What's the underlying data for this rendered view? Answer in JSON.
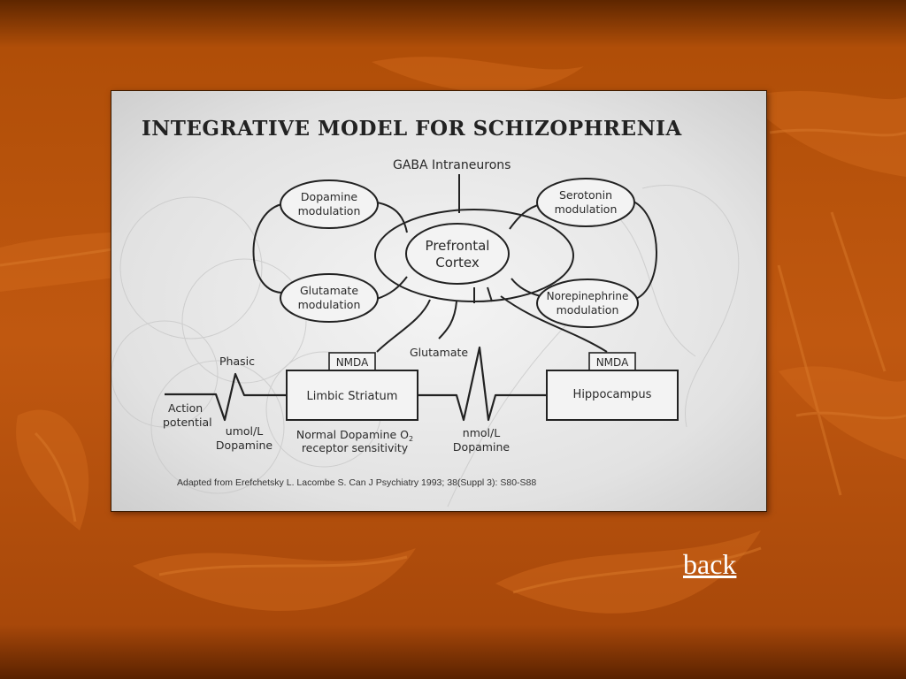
{
  "diagram": {
    "title": "INTEGRATIVE MODEL FOR SCHIZOPHRENIA",
    "top_label": "GABA Intraneurons",
    "center": [
      "Prefrontal",
      "Cortex"
    ],
    "dopamine": [
      "Dopamine",
      "modulation"
    ],
    "serotonin": [
      "Serotonin",
      "modulation"
    ],
    "glutamate_mod": [
      "Glutamate",
      "modulation"
    ],
    "norepinephrine": [
      "Norepinephrine",
      "modulation"
    ],
    "nmda_left": "NMDA",
    "nmda_right": "NMDA",
    "glutamate": "Glutamate",
    "phasic": "Phasic",
    "limbic": "Limbic Striatum",
    "hippocampus": "Hippocampus",
    "action": [
      "Action",
      "potential"
    ],
    "umol": [
      "umol/L",
      "Dopamine"
    ],
    "normal": [
      "Normal Dopamine O",
      "receptor sensitivity"
    ],
    "normal_sub": "2",
    "nmol": [
      "nmol/L",
      "Dopamine"
    ],
    "citation": "Adapted from Erefchetsky L. Lacombe S. Can J Psychiatry 1993; 38(Suppl 3): S80-S88"
  },
  "nav": {
    "back_label": "back"
  },
  "colors": {
    "background": "#b8500a",
    "link": "#ffffff"
  }
}
